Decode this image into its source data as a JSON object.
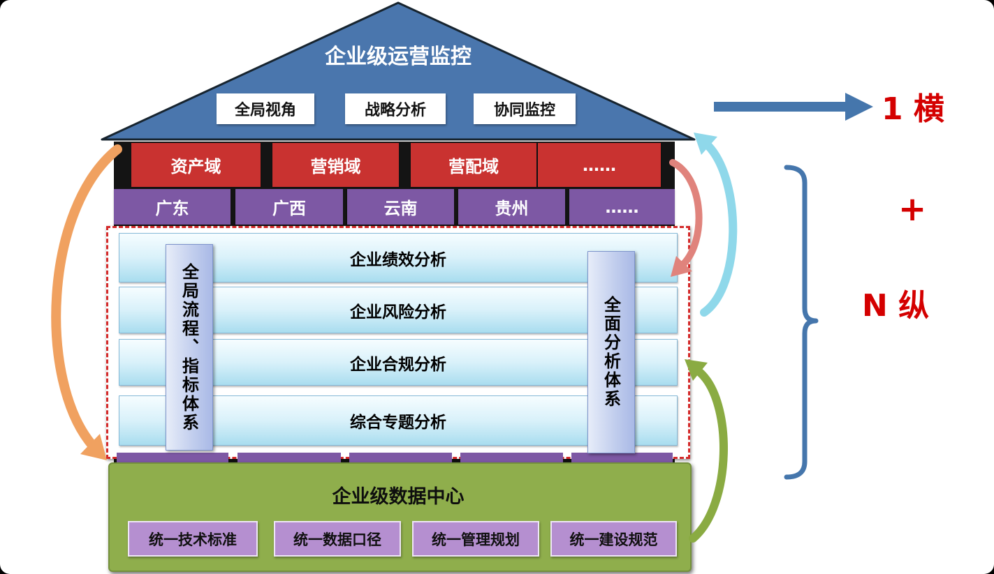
{
  "colors": {
    "roof_blue": "#4a76ad",
    "domain_red": "#c93230",
    "region_purple": "#7d58a4",
    "analysis_cyan": "#a9ddef",
    "pillar_blue": "#b6c4ea",
    "datacenter_green": "#8fae4c",
    "standard_purple": "#b58fd0",
    "annotation_red": "#d40000",
    "arrow_orange": "#f0a160",
    "arrow_cyan": "#8fd8ea",
    "arrow_pink": "#e0837c",
    "arrow_green": "#8aab42"
  },
  "roof": {
    "title": "企业级运营监控",
    "items": [
      "全局视角",
      "战略分析",
      "协同监控"
    ]
  },
  "domains": {
    "items": [
      "资产域",
      "营销域",
      "营配域",
      "……"
    ]
  },
  "regions": {
    "items": [
      "广东",
      "广西",
      "云南",
      "贵州",
      "……"
    ]
  },
  "analysis": {
    "left_pillar": "全局流程、指标体系",
    "right_pillar": "全面分析体系",
    "rows": [
      "企业绩效分析",
      "企业风险分析",
      "企业合规分析",
      "综合专题分析"
    ]
  },
  "datacenter": {
    "title": "企业级数据中心",
    "items": [
      "统一技术标准",
      "统一数据口径",
      "统一管理规划",
      "统一建设规范"
    ]
  },
  "annotations": {
    "horizontal_label": "1 横",
    "plus_sign": "+",
    "vertical_label": "N 纵"
  }
}
